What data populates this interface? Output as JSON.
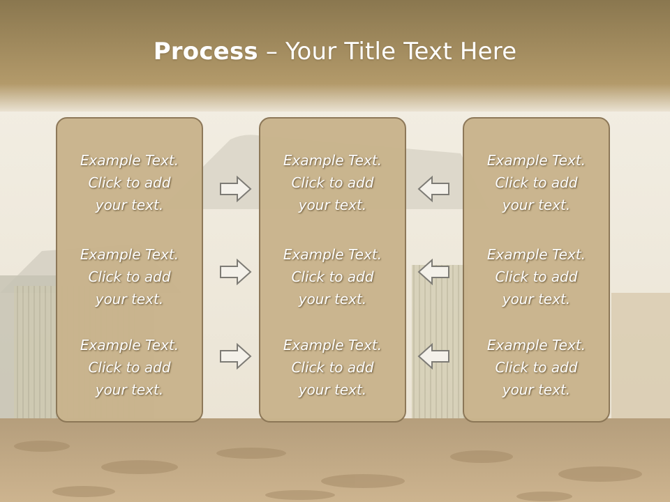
{
  "title": {
    "bold": "Process",
    "rest": " – Your Title Text Here"
  },
  "panels": [
    {
      "blocks": [
        {
          "line1": "Example Text.",
          "line2": "Click  to add",
          "line3": "your text."
        },
        {
          "line1": "Example Text.",
          "line2": "Click  to add",
          "line3": "your text."
        },
        {
          "line1": "Example Text.",
          "line2": "Click  to add",
          "line3": "your text."
        }
      ]
    },
    {
      "blocks": [
        {
          "line1": "Example Text.",
          "line2": "Click  to add",
          "line3": "your text."
        },
        {
          "line1": "Example Text.",
          "line2": "Click  to add",
          "line3": "your text."
        },
        {
          "line1": "Example Text.",
          "line2": "Click  to add",
          "line3": "your text."
        }
      ]
    },
    {
      "blocks": [
        {
          "line1": "Example Text.",
          "line2": "Click  to add",
          "line3": "your text."
        },
        {
          "line1": "Example Text.",
          "line2": "Click  to add",
          "line3": "your text."
        },
        {
          "line1": "Example Text.",
          "line2": "Click  to add",
          "line3": "your text."
        }
      ]
    }
  ],
  "icons": {
    "left_column_arrows": "arrow-right-icon",
    "right_column_arrows": "arrow-left-icon"
  },
  "colors": {
    "header": "#8d7a52",
    "panel_fill": "#c9b48d",
    "panel_border": "#8a7555",
    "text": "#ffffff"
  }
}
